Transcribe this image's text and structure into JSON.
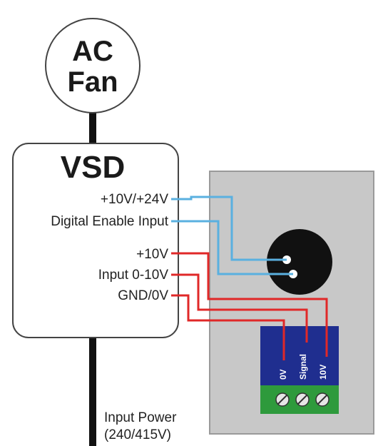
{
  "fan": {
    "line1": "AC",
    "line2": "Fan"
  },
  "vsd": {
    "title": "VSD",
    "terminals": [
      {
        "label": "+10V/+24V"
      },
      {
        "label": "Digital Enable Input"
      },
      {
        "label": "+10V"
      },
      {
        "label": "Input 0-10V"
      },
      {
        "label": "GND/0V"
      }
    ]
  },
  "control_box": {
    "terminal_block": {
      "labels": [
        "0V",
        "Signal",
        "10V"
      ]
    }
  },
  "power": {
    "line1": "Input Power",
    "line2": "(240/415V)"
  },
  "colors": {
    "blue_wire": "#5ab0e0",
    "red_wire": "#e02828",
    "box_grey": "#c8c8c8",
    "terminal_blue": "#1f2e8f",
    "terminal_green": "#2e9a3c"
  }
}
